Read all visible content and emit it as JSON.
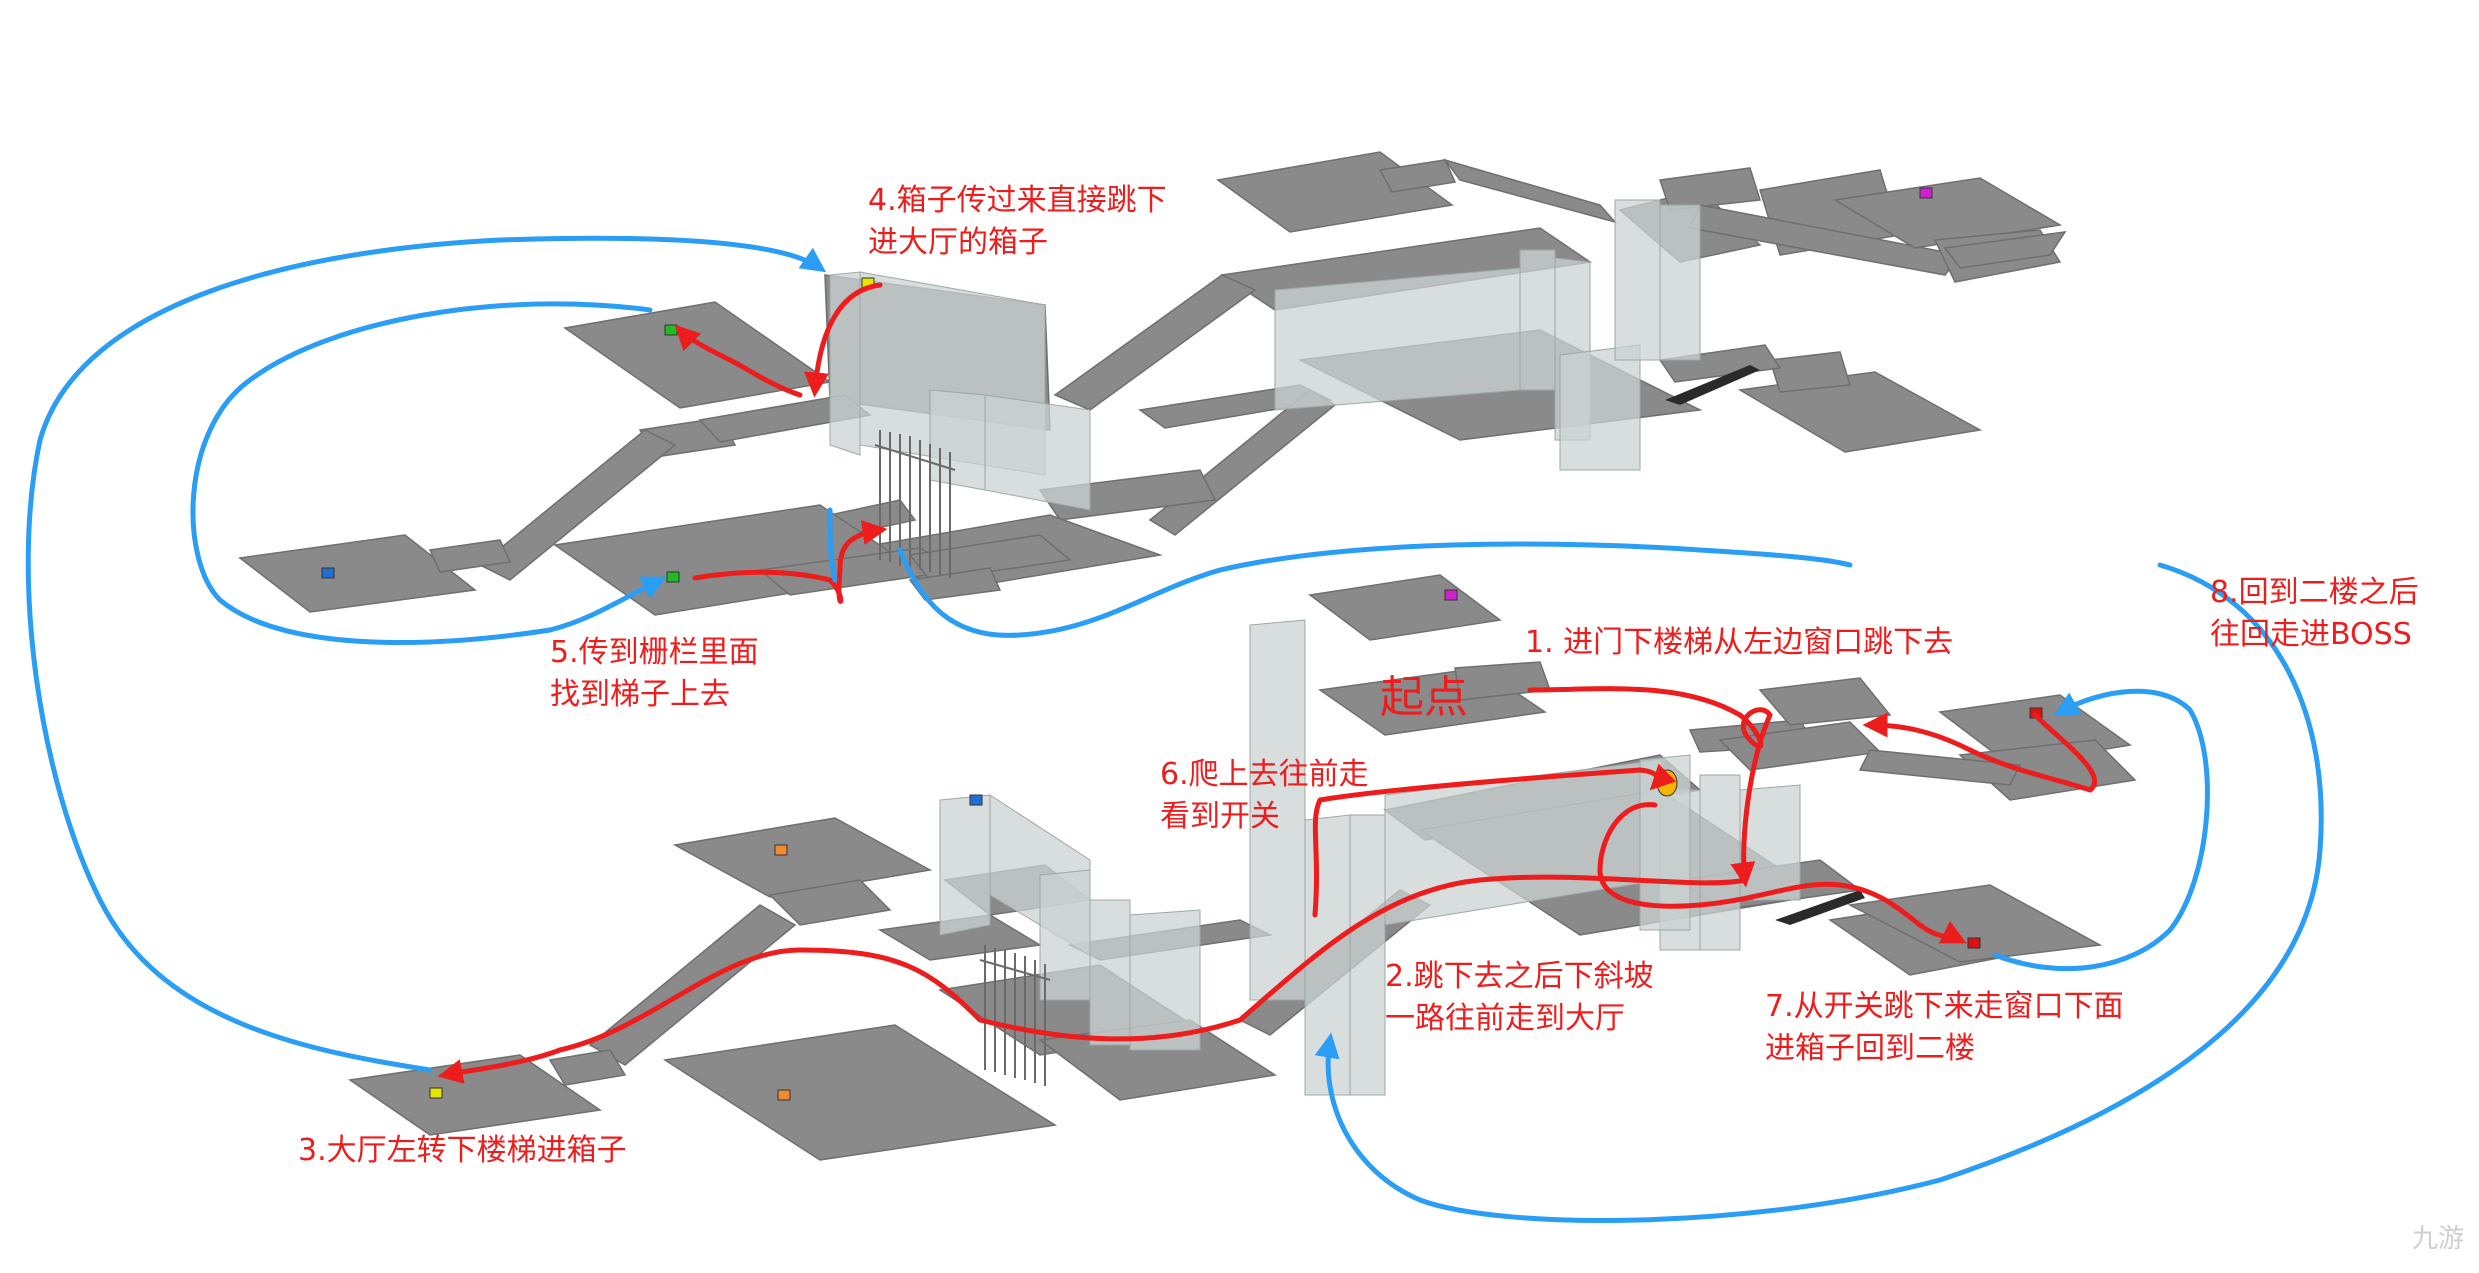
{
  "colors": {
    "floor": "#8a8a8a",
    "floor_edge": "#6f6f6f",
    "wall": "#c9d3d1",
    "wall_edge": "#9ca8a6",
    "route": "#ee1d1d",
    "return_path": "#2a9df4",
    "ramp": "#2a2a2a"
  },
  "markers": [
    {
      "icon": "box-yellow-icon",
      "color": "#e6e600"
    },
    {
      "icon": "box-green-icon",
      "color": "#22bb22"
    },
    {
      "icon": "box-blue-icon",
      "color": "#1f6fd6"
    },
    {
      "icon": "box-magenta-icon",
      "color": "#d020d0"
    },
    {
      "icon": "box-red-icon",
      "color": "#dd1111"
    },
    {
      "icon": "box-orange-icon",
      "color": "#f08a30"
    },
    {
      "icon": "switch-icon",
      "color": "#f7b500"
    }
  ],
  "labels": {
    "start": "起点",
    "step1": "1. 进门下楼梯从左边窗口跳下去",
    "step2_line1": "2.跳下去之后下斜坡",
    "step2_line2": "一路往前走到大厅",
    "step3": "3.大厅左转下楼梯进箱子",
    "step4_line1": "4.箱子传过来直接跳下",
    "step4_line2": "进大厅的箱子",
    "step5_line1": "5.传到栅栏里面",
    "step5_line2": "找到梯子上去",
    "step6_line1": "6.爬上去往前走",
    "step6_line2": "看到开关",
    "step7_line1": "7.从开关跳下来走窗口下面",
    "step7_line2": "进箱子回到二楼",
    "step8_line1": "8.回到二楼之后",
    "step8_line2": "往回走进BOSS"
  },
  "watermark": "九游"
}
